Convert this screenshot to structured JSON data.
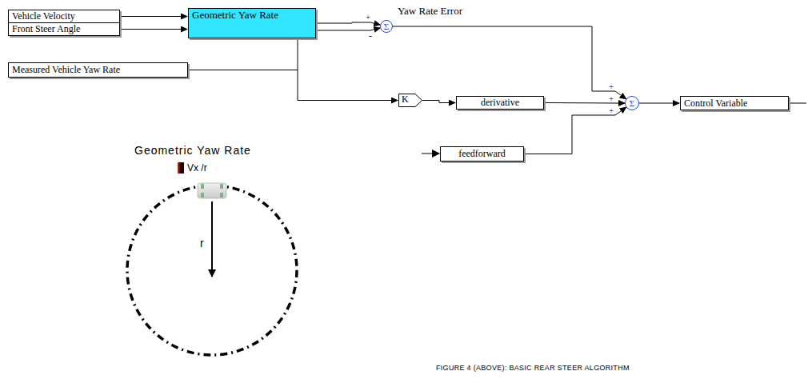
{
  "diagram": {
    "caption": "FIGURE 4 (ABOVE): BASIC REAR STEER ALGORITHM",
    "nodes": [
      {
        "text": [
          "Vehicle Velocity"
        ]
      },
      {
        "text": [
          "Front Steer Angle"
        ]
      },
      {
        "text": [
          "Geometric Yaw Rate"
        ]
      },
      {
        "text": [
          "Σ"
        ]
      },
      {
        "text": [
          "Measured Vehicle Yaw Rate"
        ]
      },
      {
        "text": [
          "K"
        ]
      },
      {
        "text": [
          "derivative"
        ]
      },
      {
        "text": [
          "Σ"
        ]
      },
      {
        "text": [
          "Control Variable"
        ]
      },
      {
        "text": [
          "feedforward"
        ]
      }
    ],
    "edges": [
      {
        "from": 0,
        "to": 2,
        "arrow": "to"
      },
      {
        "from": 1,
        "to": 2,
        "arrow": "to"
      },
      {
        "from": 2,
        "to": 3,
        "arrow": "to"
      },
      {
        "from": 4,
        "to": 3,
        "arrow": "to"
      },
      {
        "from": 4,
        "to": 5,
        "arrow": "to"
      },
      {
        "from": 3,
        "to": 7,
        "arrow": "to"
      },
      {
        "from": 5,
        "to": 6,
        "arrow": "to"
      },
      {
        "from": 6,
        "to": 7,
        "arrow": "to"
      },
      {
        "from": 9,
        "to": 7,
        "arrow": "to"
      },
      {
        "from": 7,
        "to": 8,
        "arrow": "to"
      }
    ],
    "labels": [
      "Yaw Rate Error",
      "+",
      "-",
      "+",
      "+",
      "+",
      "Geometric Yaw Rate",
      "Vx /r",
      "r"
    ]
  }
}
